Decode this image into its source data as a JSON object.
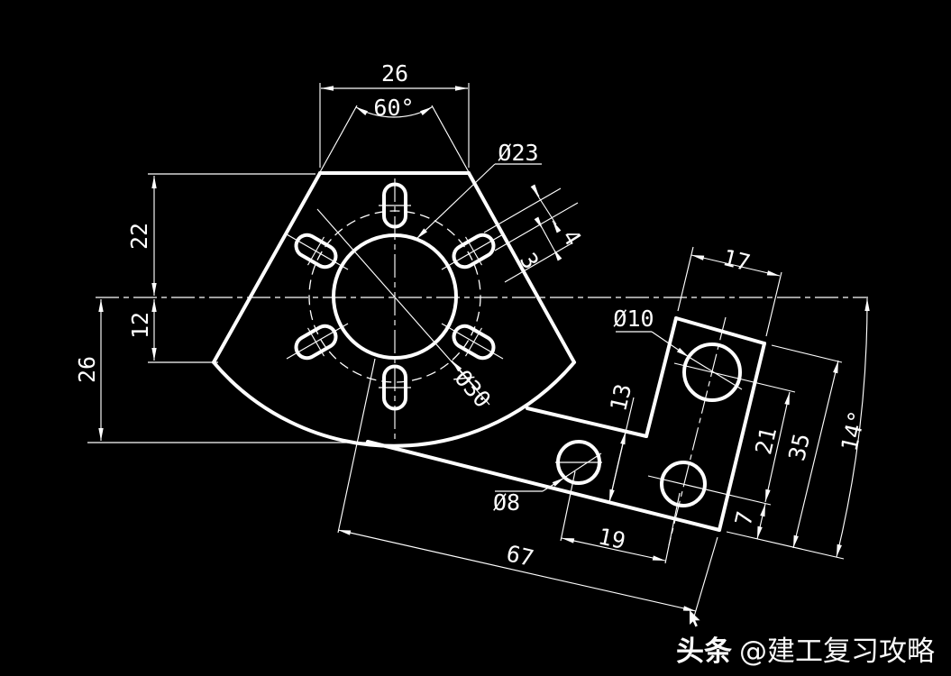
{
  "canvas": {
    "background": "#000000",
    "line_color": "#ffffff"
  },
  "dimensions": {
    "top_width": "26",
    "apex_angle": "60°",
    "upper_offset": "22",
    "mid_offset": "12",
    "left_height": "26",
    "center_hole_dia": "Ø23",
    "bolt_circle_dia": "Ø30",
    "slot_width": "4",
    "slot_gap": "3",
    "plate_width": "17",
    "plate_hole_dia": "Ø10",
    "arm_width": "13",
    "arm_hole_dia": "Ø8",
    "hole_spacing": "21",
    "plate_length": "35",
    "tilt_angle": "14°",
    "hole_edge_offset": "7",
    "hole_pitch": "19",
    "arm_length": "67"
  },
  "watermark": {
    "brand": "头条",
    "handle": "@建工复习攻略"
  }
}
